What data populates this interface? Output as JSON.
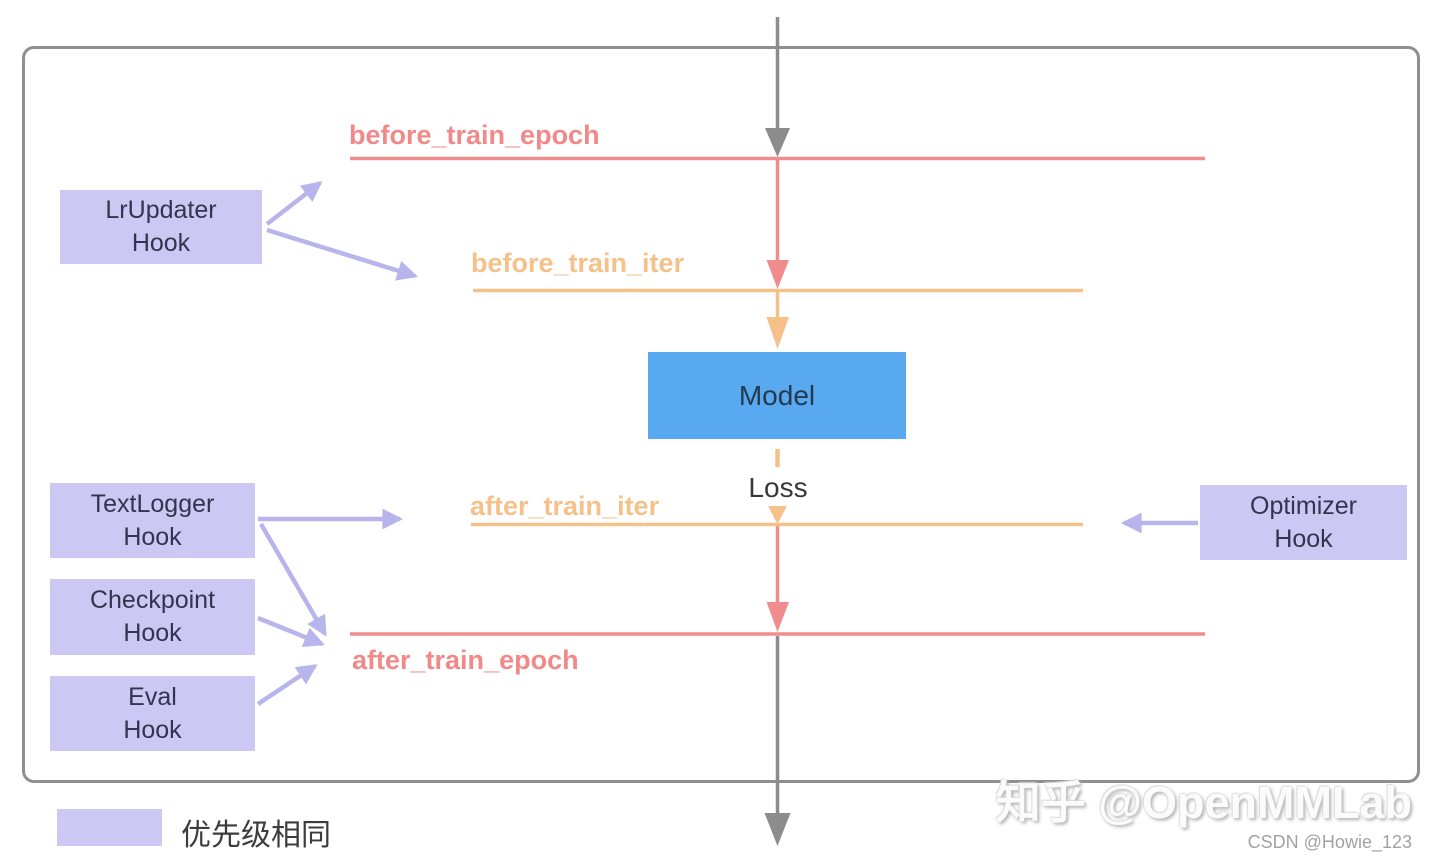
{
  "diagram": {
    "timeline_labels": {
      "before_train_epoch": "before_train_epoch",
      "before_train_iter": "before_train_iter",
      "after_train_iter": "after_train_iter",
      "after_train_epoch": "after_train_epoch"
    },
    "model_label": "Model",
    "loss_label": "Loss",
    "hooks": [
      {
        "id": "lr-updater-hook",
        "line1": "LrUpdater",
        "line2": "Hook"
      },
      {
        "id": "text-logger-hook",
        "line1": "TextLogger",
        "line2": "Hook"
      },
      {
        "id": "checkpoint-hook",
        "line1": "Checkpoint",
        "line2": "Hook"
      },
      {
        "id": "eval-hook",
        "line1": "Eval",
        "line2": "Hook"
      },
      {
        "id": "optimizer-hook",
        "line1": "Optimizer",
        "line2": "Hook"
      }
    ],
    "legend": {
      "label": "优先级相同"
    },
    "watermarks": {
      "zhihu": "知乎 @OpenMMLab",
      "csdn": "CSDN @Howie_123"
    },
    "colors": {
      "epoch_line_red": "#f08c8c",
      "iter_line_orange": "#f5c189",
      "flow_gray": "#8c8c8c",
      "hook_box_fill": "#cbc8f4",
      "hook_arrow_purple": "#b8b4ec",
      "model_fill": "#58a9f0",
      "frame_border": "#8f8f8f"
    }
  }
}
